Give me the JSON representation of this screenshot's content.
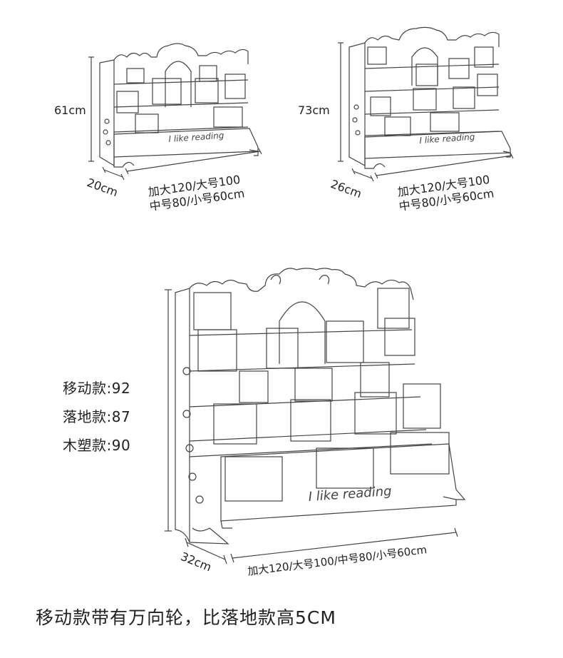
{
  "shelf_small": {
    "height_label": "61cm",
    "depth_label": "20cm",
    "width_line1": "加大120/大号100",
    "width_line2": "中号80/小号60cm",
    "panel_text": "I like reading"
  },
  "shelf_medium": {
    "height_label": "73cm",
    "depth_label": "26cm",
    "width_line1": "加大120/大号100",
    "width_line2": "中号80/小号60cm",
    "panel_text": "I like reading"
  },
  "shelf_large": {
    "depth_label": "32cm",
    "width_label": "加大120/大号100/中号80/小号60cm",
    "panel_text": "I like reading"
  },
  "height_specs": [
    {
      "label": "移动款:",
      "value": "92"
    },
    {
      "label": "落地款:",
      "value": "87"
    },
    {
      "label": "木塑款:",
      "value": "90"
    }
  ],
  "caption": "移动款带有万向轮，比落地款高5CM"
}
